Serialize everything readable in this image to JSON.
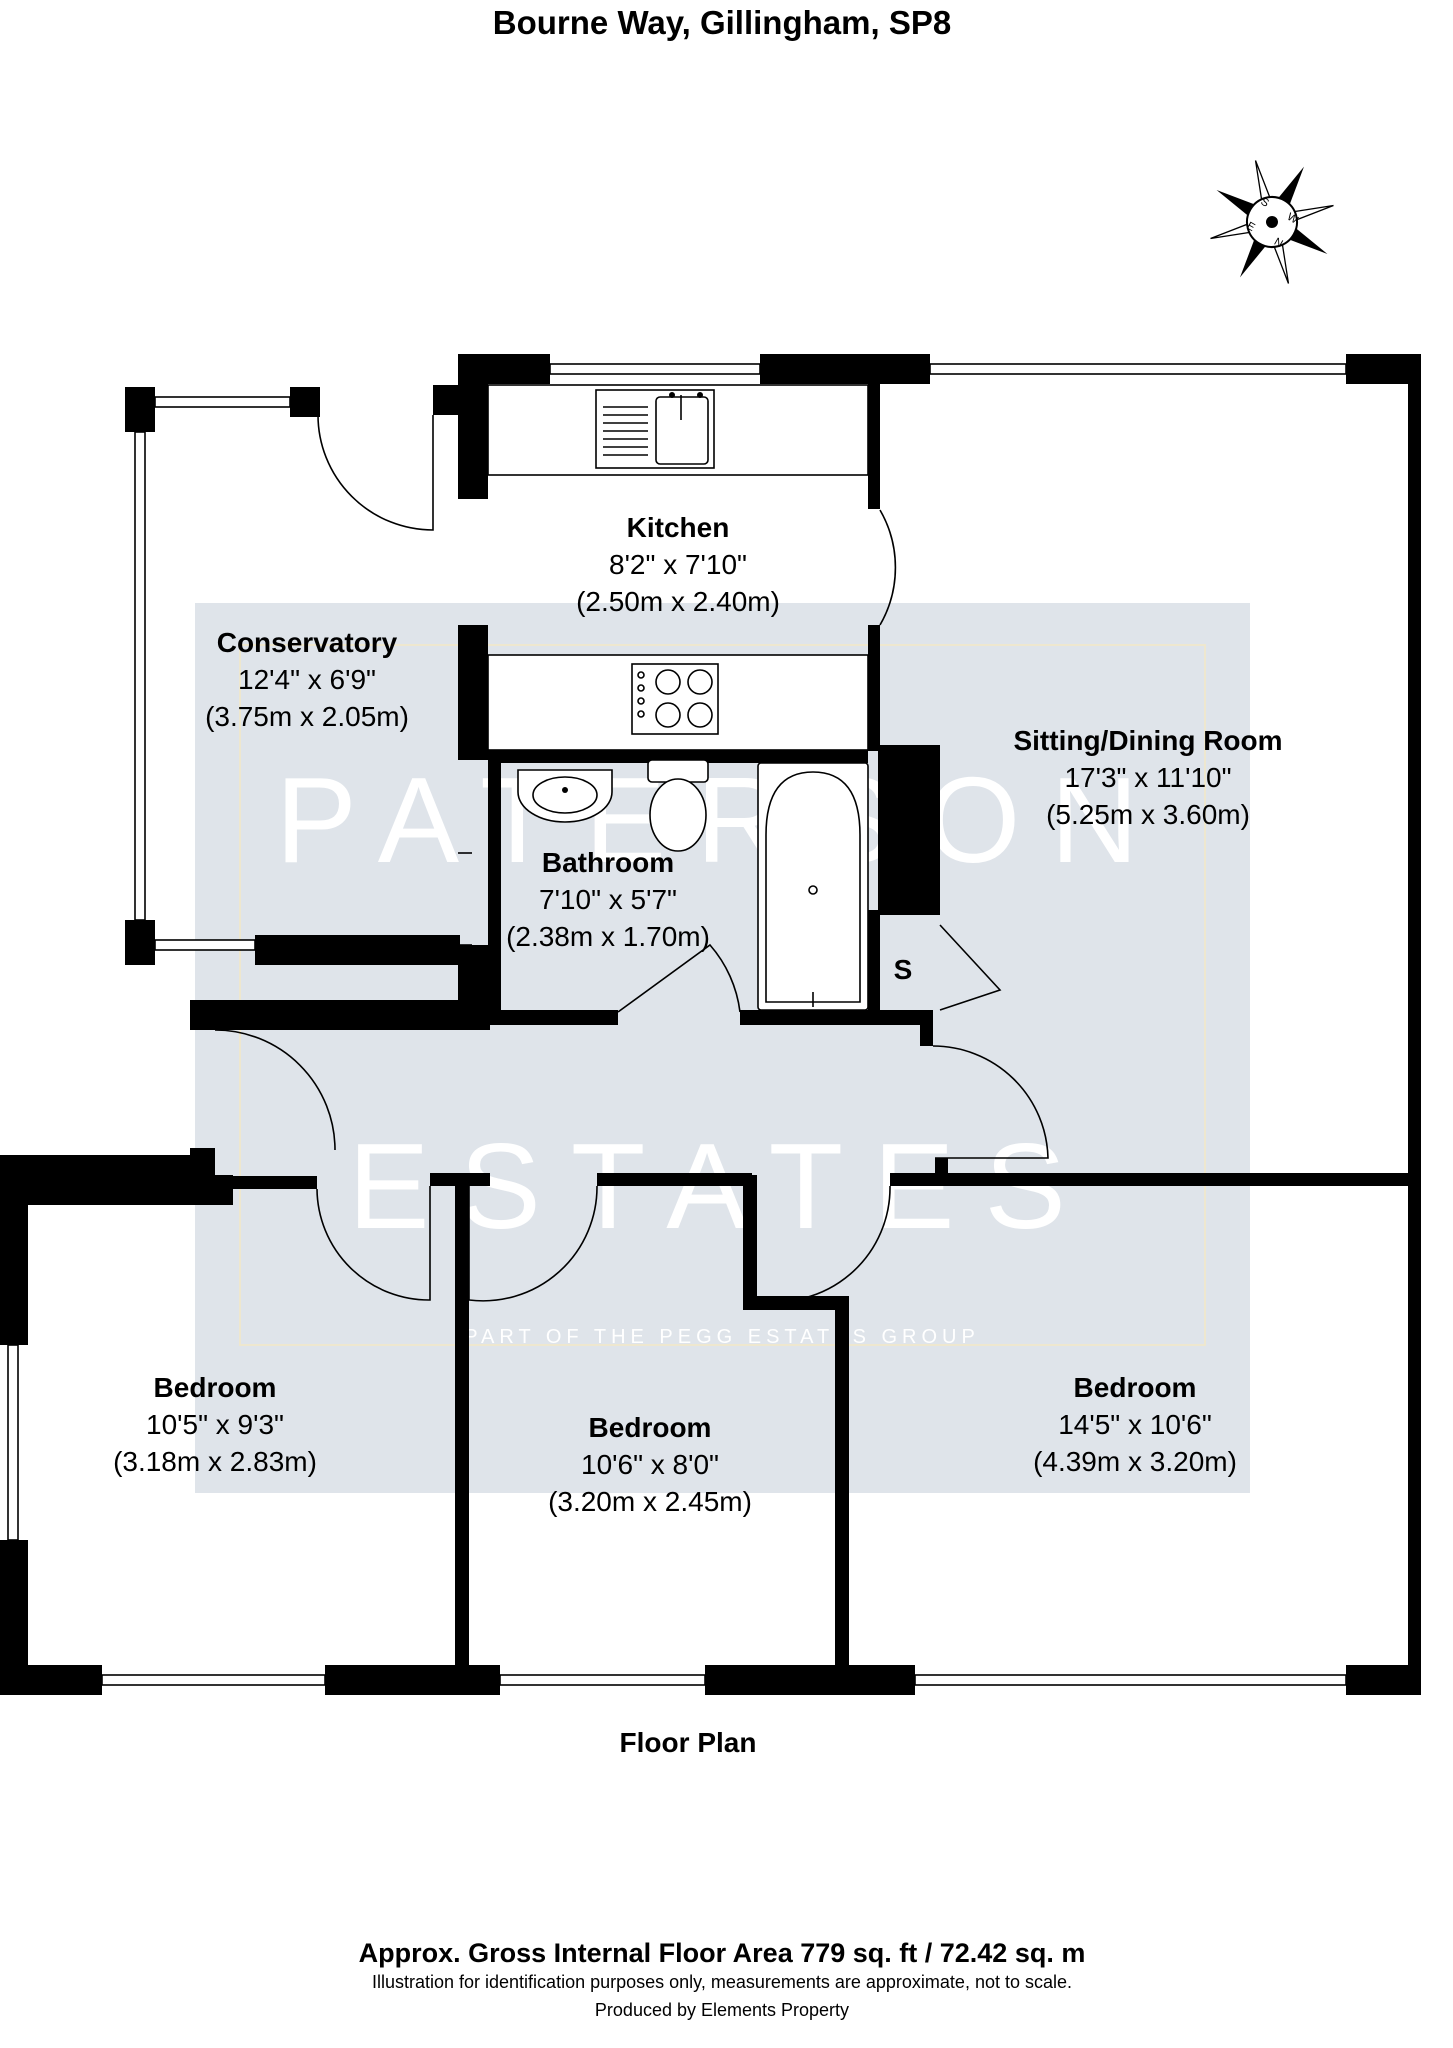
{
  "title": "Bourne Way, Gillingham, SP8",
  "rooms": {
    "kitchen": {
      "name": "Kitchen",
      "imperial": "8'2\" x 7'10\"",
      "metric": "(2.50m x 2.40m)"
    },
    "conservatory": {
      "name": "Conservatory",
      "imperial": "12'4\" x 6'9\"",
      "metric": "(3.75m x 2.05m)"
    },
    "sitting": {
      "name": "Sitting/Dining Room",
      "imperial": "17'3\" x 11'10\"",
      "metric": "(5.25m x 3.60m)"
    },
    "bathroom": {
      "name": "Bathroom",
      "imperial": "7'10\" x 5'7\"",
      "metric": "(2.38m x 1.70m)"
    },
    "bed1": {
      "name": "Bedroom",
      "imperial": "10'5\" x 9'3\"",
      "metric": "(3.18m x 2.83m)"
    },
    "bed2": {
      "name": "Bedroom",
      "imperial": "10'6\" x 8'0\"",
      "metric": "(3.20m x 2.45m)"
    },
    "bed3": {
      "name": "Bedroom",
      "imperial": "14'5\" x 10'6\"",
      "metric": "(4.39m x 3.20m)"
    }
  },
  "store_label": "S",
  "floor_label": "Floor Plan",
  "footer": {
    "area": "Approx. Gross Internal Floor Area 779 sq. ft / 72.42 sq. m",
    "disclaimer": "Illustration for identification purposes only, measurements are approximate, not to scale.",
    "producer": "Produced by Elements Property"
  },
  "compass": {
    "labels": [
      "S",
      "W",
      "E",
      "N"
    ]
  },
  "watermark": {
    "line1": "PATERSON",
    "line2": "ESTATES",
    "tagline": "PART OF THE PEGG ESTATES GROUP"
  },
  "colors": {
    "wall": "#000000",
    "watermark_panel": "#dfe4ea",
    "background": "#ffffff"
  }
}
